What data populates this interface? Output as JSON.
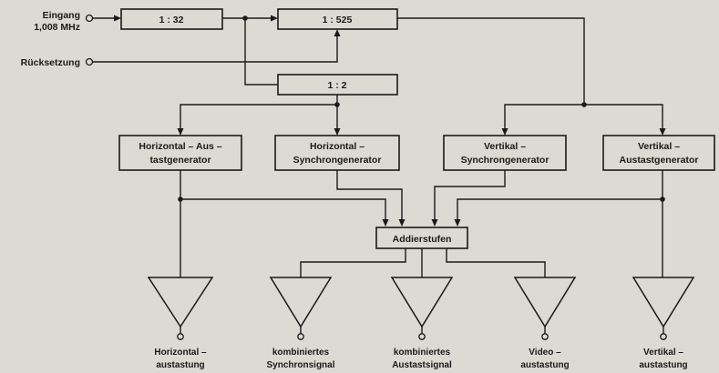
{
  "inputs": {
    "eingang_line1": "Eingang",
    "eingang_line2": "1,008 MHz",
    "ruecksetzung": "Rücksetzung"
  },
  "dividers": {
    "div32": "1 : 32",
    "div525": "1 : 525",
    "div2": "1 : 2"
  },
  "generators": {
    "h_blank_line1": "Horizontal – Aus –",
    "h_blank_line2": "tastgenerator",
    "h_sync_line1": "Horizontal –",
    "h_sync_line2": "Synchrongenerator",
    "v_sync_line1": "Vertikal –",
    "v_sync_line2": "Synchrongenerator",
    "v_blank_line1": "Vertikal –",
    "v_blank_line2": "Austastgenerator"
  },
  "adder": "Addierstufen",
  "outputs": [
    {
      "line1": "Horizontal –",
      "line2": "austastung"
    },
    {
      "line1": "kombiniertes",
      "line2": "Synchronsignal"
    },
    {
      "line1": "kombiniertes",
      "line2": "Austastsignal"
    },
    {
      "line1": "Video –",
      "line2": "austastung"
    },
    {
      "line1": "Vertikal –",
      "line2": "austastung"
    }
  ]
}
